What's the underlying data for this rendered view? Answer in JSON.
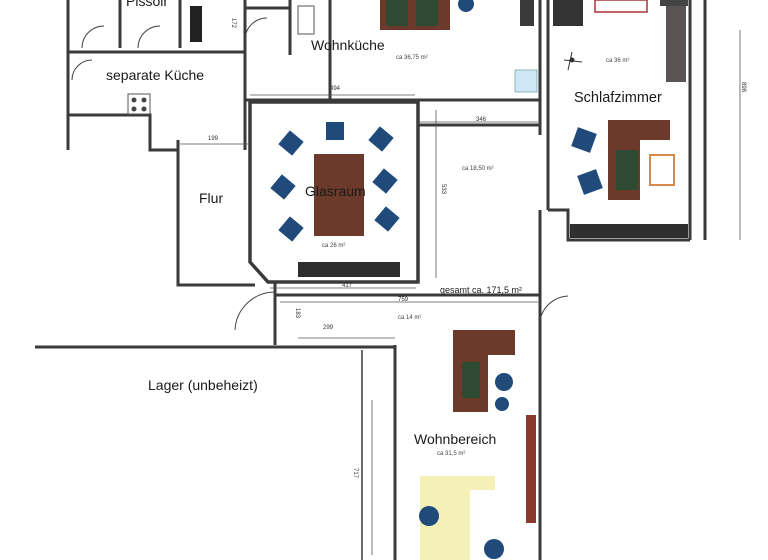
{
  "rooms": {
    "pissoir": "Pissoir",
    "wohnkueche": "Wohnküche",
    "separate_kueche": "separate Küche",
    "schlafzimmer": "Schlafzimmer",
    "flur": "Flur",
    "glasraum": "Glasraum",
    "lager": "Lager (unbeheizt)",
    "wohnbereich": "Wohnbereich"
  },
  "areas": {
    "wohnkueche": "ca 36,75 m²",
    "schlafzimmer": "ca 36 m²",
    "mittelraum": "ca 18,50 m²",
    "glasraum": "ca 26 m²",
    "diele": "ca 14 m²",
    "wohnbereich": "ca 31,5 m²"
  },
  "total": "gesamt ca. 171,5 m²",
  "dimensions": {
    "d494": "494",
    "d346": "346",
    "d199": "199",
    "d533": "533",
    "d417": "417",
    "d759": "759",
    "d299": "299",
    "d717": "717",
    "d898": "898",
    "d172": "172",
    "d183": "183"
  },
  "colors": {
    "wall": "#3a3a3a",
    "furniture_blue": "#1f4a7a",
    "desk_brown": "#6b3a2a",
    "desk_green": "#2f4a33",
    "yellow_desk": "#f5f0b8",
    "dark_bar": "#2e2e2e"
  }
}
